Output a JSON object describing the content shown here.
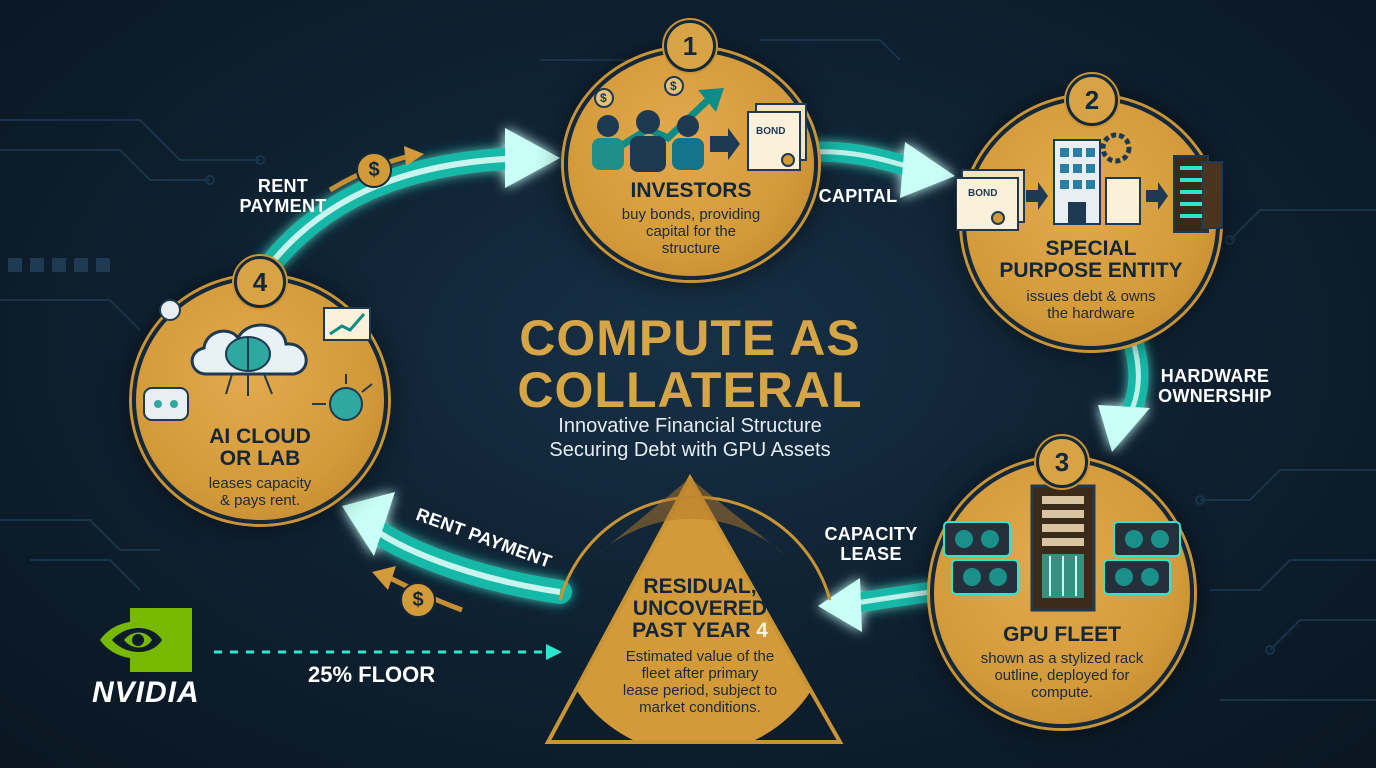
{
  "title": "COMPUTE AS COLLATERAL",
  "subtitle_line1": "Innovative Financial Structure",
  "subtitle_line2": "Securing Debt with GPU Assets",
  "nodes": [
    {
      "number": "1",
      "title": "INVESTORS",
      "desc1": "buy bonds, providing",
      "desc2": "capital for the",
      "desc3": "structure"
    },
    {
      "number": "2",
      "title1": "SPECIAL",
      "title2": "PURPOSE ENTITY",
      "desc1": "issues debt & owns",
      "desc2": "the hardware"
    },
    {
      "number": "3",
      "title": "GPU FLEET",
      "desc1": "shown as a stylized rack",
      "desc2": "outline, deployed for",
      "desc3": "compute."
    },
    {
      "number": "4",
      "title1": "AI CLOUD",
      "title2": "OR LAB",
      "desc1": "leases capacity",
      "desc2": "& pays rent."
    }
  ],
  "residual": {
    "title1": "RESIDUAL,",
    "title2": "UNCOVERED",
    "title3": "PAST YEAR",
    "marker": "4",
    "desc1": "Estimated value of the",
    "desc2": "fleet after primary",
    "desc3": "lease period, subject to",
    "desc4": "market conditions."
  },
  "flows": {
    "rent_top_1": "RENT",
    "rent_top_2": "PAYMENT",
    "capital": "CAPITAL",
    "hw_1": "HARDWARE",
    "hw_2": "OWNERSHIP",
    "cap_1": "CAPACITY",
    "cap_2": "LEASE",
    "rent_bottom": "RENT PAYMENT",
    "floor": "25% FLOOR"
  },
  "labels": {
    "bond": "BOND",
    "currency": "$"
  },
  "brand": {
    "name": "NVIDIA"
  },
  "colors": {
    "gold": "#d39a3a",
    "teal": "#2ee6cf",
    "navy": "#0e1d2c",
    "nvidia_green": "#76b900"
  }
}
